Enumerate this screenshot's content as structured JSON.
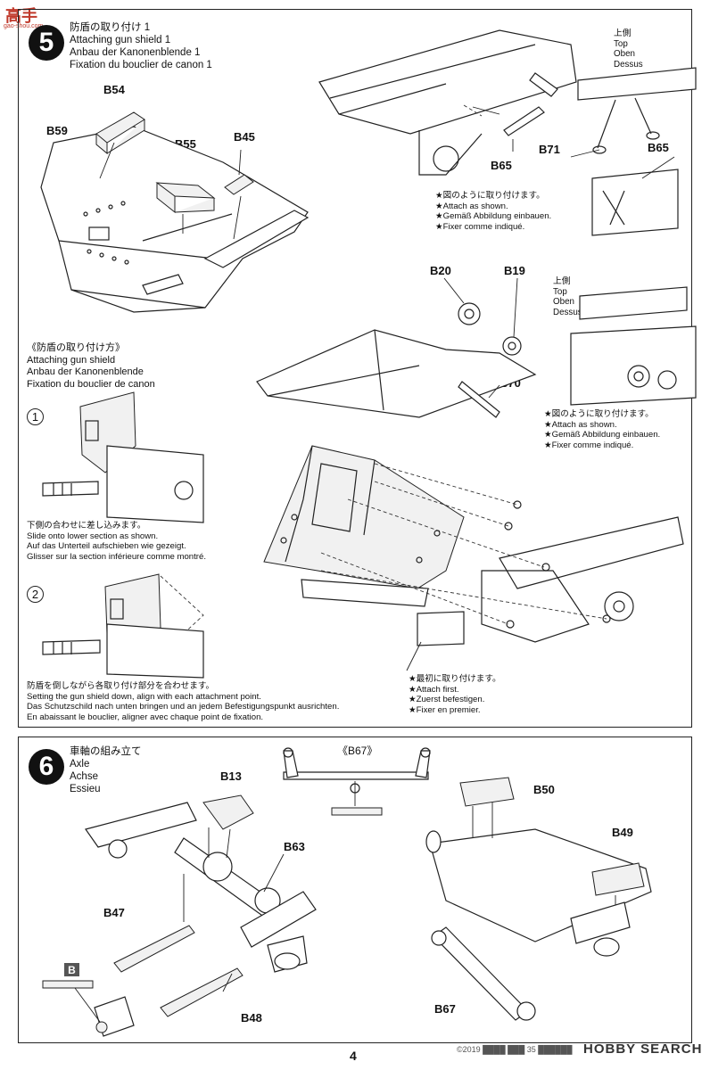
{
  "watermark": {
    "logo_text": "高手",
    "logo_sub": "gao-shou.com"
  },
  "step5": {
    "number": "5",
    "title_lines": [
      "防盾の取り付け 1",
      "Attaching gun shield 1",
      "Anbau der Kanonenblende 1",
      "Fixation du bouclier de canon 1"
    ],
    "parts": [
      "B54",
      "B59",
      "B55",
      "B45",
      "B65",
      "B71",
      "B65",
      "B20",
      "B19",
      "B70"
    ],
    "top_label_1": [
      "上側",
      "Top",
      "Oben",
      "Dessus"
    ],
    "top_label_2": [
      "上側",
      "Top",
      "Oben",
      "Dessus"
    ],
    "attach_note_1": [
      "★図のように取り付けます。",
      "★Attach as shown.",
      "★Gemäß Abbildung einbauen.",
      "★Fixer comme indiqué."
    ],
    "attach_note_2": [
      "★図のように取り付けます。",
      "★Attach as shown.",
      "★Gemäß Abbildung einbauen.",
      "★Fixer comme indiqué."
    ],
    "subsection_title": [
      "《防盾の取り付け方》",
      "Attaching gun shield",
      "Anbau der Kanonenblende",
      "Fixation du bouclier de canon"
    ],
    "substep1": {
      "num": "1",
      "text": [
        "下側の合わせに差し込みます。",
        "Slide onto lower section as shown.",
        "Auf das Unterteil aufschieben wie gezeigt.",
        "Glisser sur la section inférieure comme montré."
      ]
    },
    "substep2": {
      "num": "2",
      "text": [
        "防盾を倒しながら各取り付け部分を合わせます。",
        "Setting the gun shield down, align with each attachment point.",
        "Das Schutzschild nach unten bringen und an jedem Befestigungspunkt ausrichten.",
        "En abaissant le bouclier, aligner avec chaque point de fixation."
      ]
    },
    "first_note": [
      "★最初に取り付けます。",
      "★Attach first.",
      "★Zuerst befestigen.",
      "★Fixer en premier."
    ]
  },
  "step6": {
    "number": "6",
    "title_lines": [
      "車軸の組み立て",
      "Axle",
      "Achse",
      "Essieu"
    ],
    "parts": [
      "B13",
      "B63",
      "B47",
      "B48",
      "B50",
      "B49",
      "B67"
    ],
    "inset_label": "《B67》",
    "badge": "B"
  },
  "page_number": "4",
  "footer": {
    "text": "©2019 ████ ███ 35 ██████",
    "watermark": "HOBBY SEARCH"
  }
}
